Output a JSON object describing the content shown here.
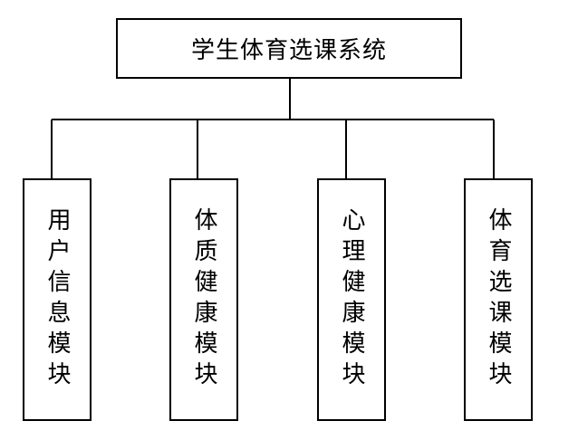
{
  "root": {
    "label": "学生体育选课系统"
  },
  "modules": [
    {
      "label": "用户信息模块"
    },
    {
      "label": "体质健康模块"
    },
    {
      "label": "心理健康模块"
    },
    {
      "label": "体育选课模块"
    }
  ]
}
